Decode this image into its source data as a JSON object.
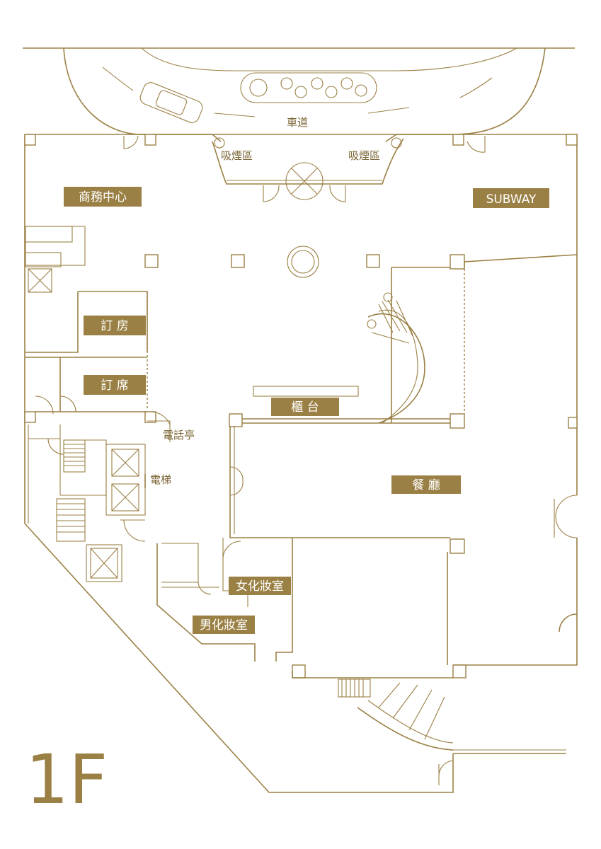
{
  "floor": "1F",
  "driveway": "車道",
  "smoking_left": "吸煙區",
  "smoking_right": "吸煙區",
  "phone_booth": "電話亭",
  "elevator": "電梯",
  "rooms": {
    "business_center": "商務中心",
    "subway": "SUBWAY",
    "room_booking": "訂 房",
    "table_booking": "訂 席",
    "counter": "櫃 台",
    "restaurant": "餐 廳",
    "womens_restroom": "女化妝室",
    "mens_restroom": "男化妝室"
  },
  "colors": {
    "line": "#9b8045",
    "label_fill": "#9b8045"
  }
}
